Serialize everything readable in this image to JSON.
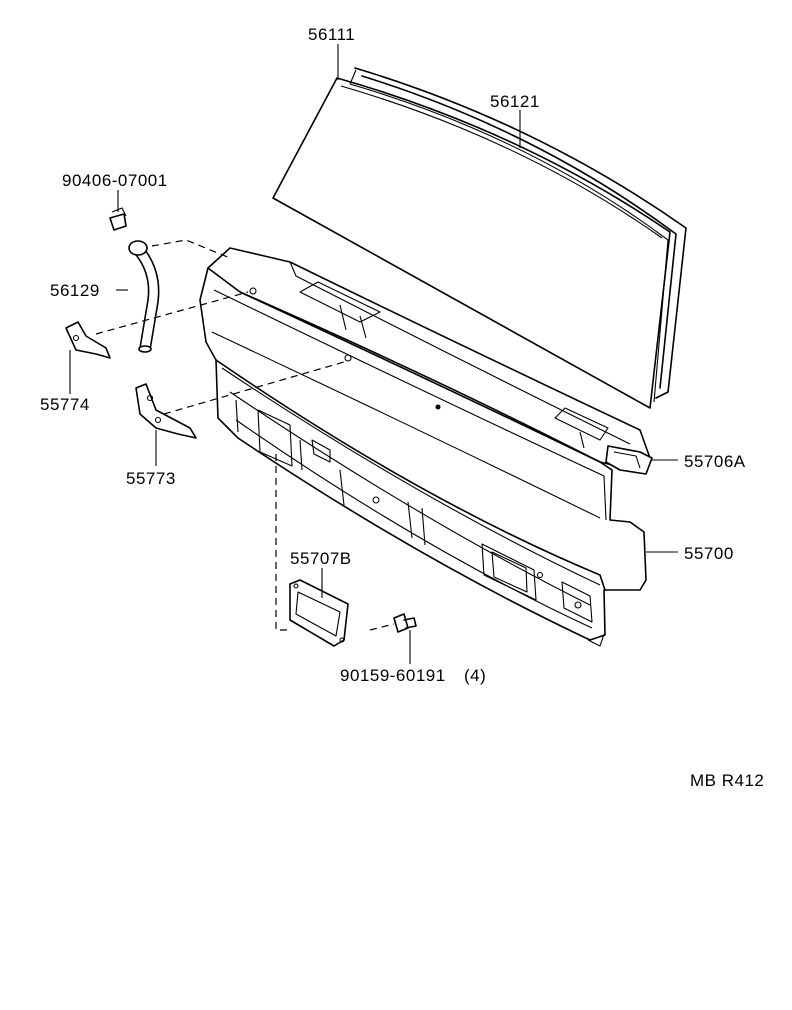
{
  "parts": {
    "glass": "56111",
    "weatherstrip": "56121",
    "clip": "90406-07001",
    "hose": "56129",
    "bracket_upper": "55774",
    "bracket_lower": "55773",
    "retainer": "55706A",
    "cowl_panel": "55700",
    "service_cover": "55707B",
    "bolt": "90159-60191",
    "bolt_qty": "(4)"
  },
  "ref_code": "MB R412",
  "colors": {
    "line": "#000000",
    "background": "#ffffff"
  }
}
